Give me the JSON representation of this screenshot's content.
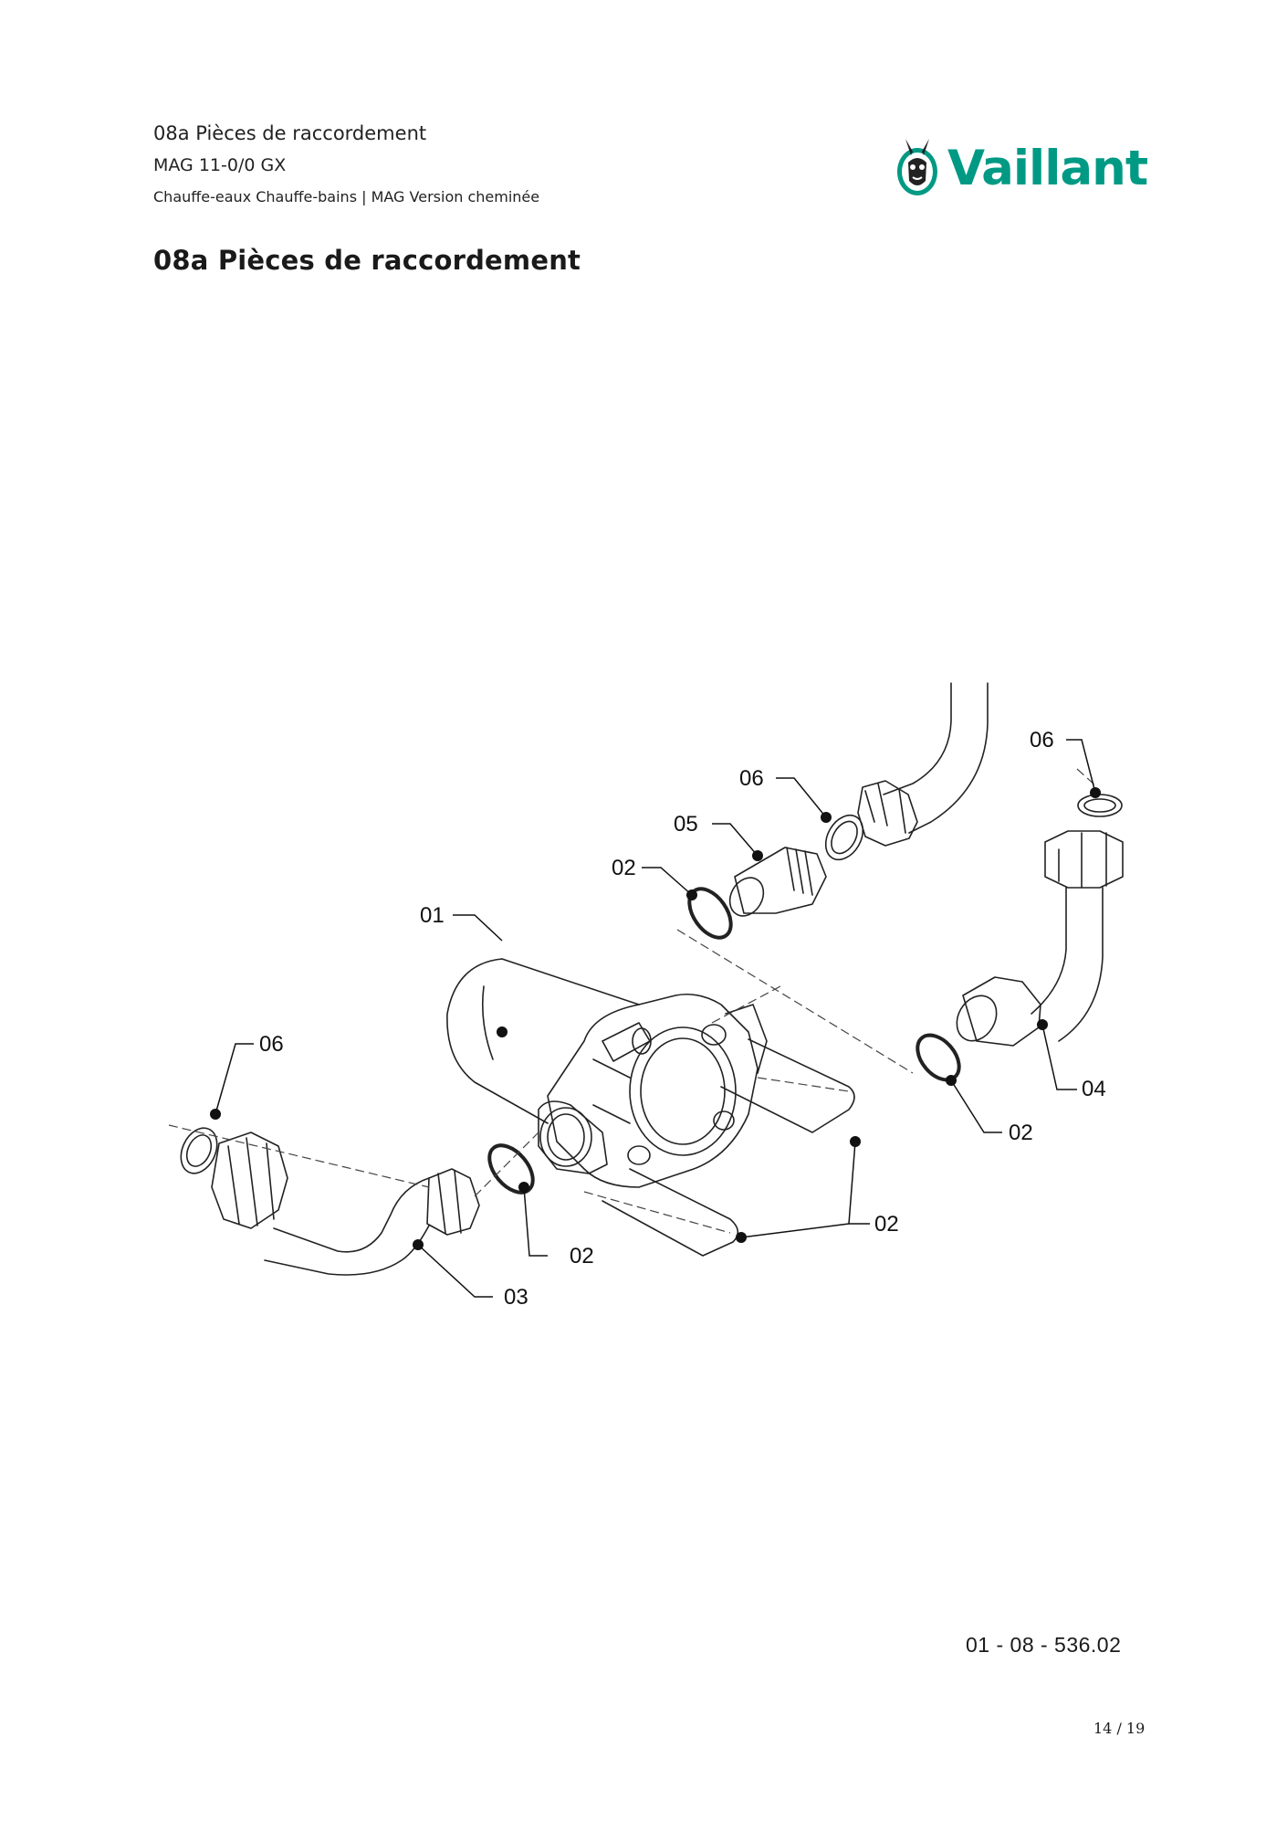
{
  "header": {
    "line1": "08a Pièces de raccordement",
    "line2": "MAG 11-0/0 GX",
    "line3": "Chauffe-eaux Chauffe-bains | MAG Version cheminée"
  },
  "brand": {
    "name": "Vaillant",
    "color": "#009a84",
    "icon": "rabbit-logo-icon"
  },
  "title": "08a Pièces de raccordement",
  "diagram": {
    "callouts": {
      "c01": "01",
      "c02_top": "02",
      "c05": "05",
      "c06_top": "06",
      "c06_right": "06",
      "c04": "04",
      "c02_right": "02",
      "c02_bottom": "02",
      "c02_middle": "02",
      "c06_left": "06",
      "c03": "03"
    }
  },
  "footer": {
    "reference": "01 - 08 - 536.02",
    "page": "14 / 19"
  }
}
